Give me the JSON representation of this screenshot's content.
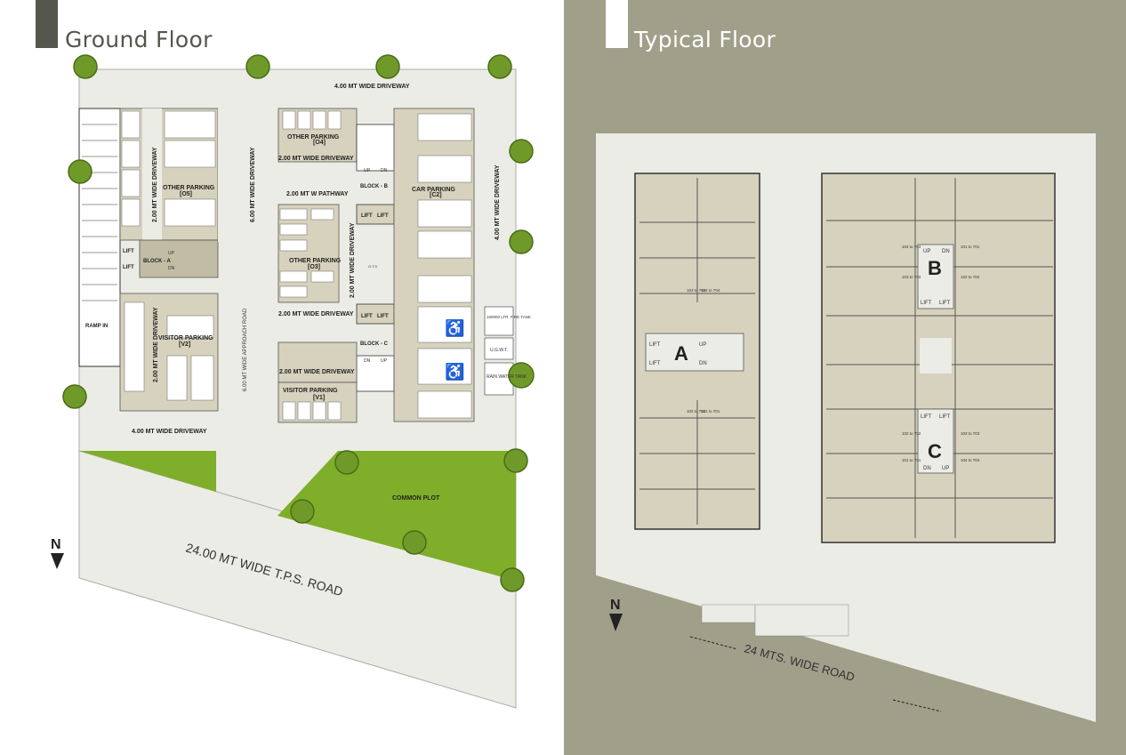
{
  "ground_floor": {
    "title": "Ground Floor",
    "labels": {
      "driveway_top": "4.00 MT WIDE DRIVEWAY",
      "driveway_left_vertical": "2.00 MT WIDE DRIVEWAY",
      "other_parking_o5": "OTHER PARKING",
      "o5_code": "[O5]",
      "approach_6m_top": "6.00 MT WIDE DRIVEWAY",
      "other_parking_o4": "OTHER PARKING",
      "o4_code": "[O4]",
      "driveway_2m_a": "2.00 MT WIDE DRIVEWAY",
      "block_b": "BLOCK - B",
      "up": "UP",
      "dn": "DN",
      "pathway": "2.00 MT W PATHWAY",
      "lift": "LIFT",
      "car_parking": "CAR PARKING",
      "c2_code": "[C2]",
      "driveway_right_vertical": "4.00 MT WIDE DRIVEWAY",
      "block_a": "BLOCK - A",
      "other_parking_o3": "OTHER PARKING",
      "o3_code": "[O3]",
      "driveway_2m_vertical_mid": "2.00 MT WIDE DRIVEWAY",
      "ots": "O.T.S",
      "driveway_2m_b": "2.00 MT WIDE DRIVEWAY",
      "ramp_in": "RAMP IN",
      "driveway_2m_vertical_left": "2.00 MT WIDE DRIVEWAY",
      "visitor_parking_v2": "VISITOR PARKING",
      "v2_code": "[V2]",
      "approach_road": "6.00 MT WIDE APPROACH ROAD",
      "block_c": "BLOCK - C",
      "driveway_2m_c": "2.00 MT WIDE DRIVEWAY",
      "visitor_parking_v1": "VISITOR PARKING",
      "v1_code": "[V1]",
      "fire_tank": "100000 LTR. FIRE TANK",
      "ugwt": "U.G.W.T.",
      "rain_water_tank": "RAIN WATER TANK",
      "driveway_bottom": "4.00 MT WIDE DRIVEWAY",
      "common_plot": "COMMON PLOT",
      "road": "24.00  MT   WIDE   T.P.S.  ROAD",
      "north": "N"
    }
  },
  "typical_floor": {
    "title": "Typical Floor",
    "block_letters": [
      "A",
      "B",
      "C"
    ],
    "labels": {
      "lift": "LIFT",
      "up": "UP",
      "dn": "DN",
      "a_103": "103 to 703",
      "a_104": "104 to 704",
      "a_102": "102 to 702",
      "a_101": "101 to 701",
      "b_104": "104 to 704",
      "b_101": "101 to 701",
      "b_103": "103 to 703",
      "b_102": "102 to 702",
      "c_102": "102 to 702",
      "c_103": "103 to 703",
      "c_101": "101 to 701",
      "c_104": "104 to 704"
    },
    "road": "24 MTS. WIDE ROAD",
    "north": "N"
  },
  "colors": {
    "left_bg": "#ffffff",
    "right_bg": "#a09f8a",
    "plot": "#ecece6",
    "parking_tan": "#d7d2bd",
    "lawn": "#7fae2a",
    "title_bar_dark": "#55564d",
    "title_bar_light": "#ffffff"
  }
}
